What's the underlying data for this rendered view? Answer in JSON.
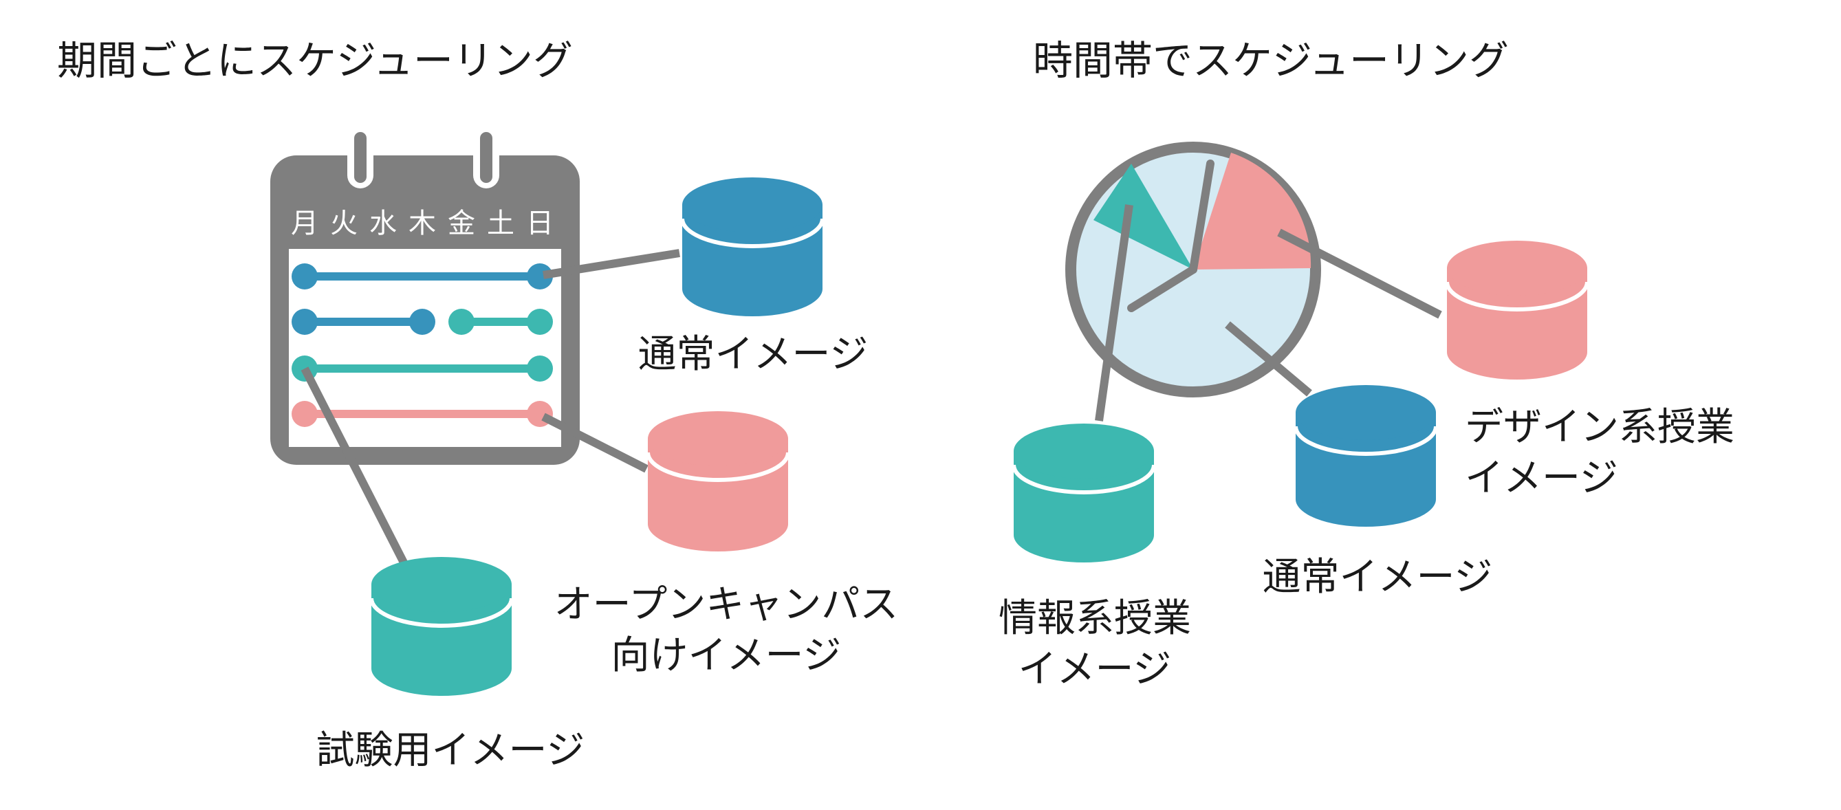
{
  "colors": {
    "blue": "#3793bc",
    "teal": "#3db8b0",
    "pink": "#f09b9b",
    "gray": "#7f7f7f",
    "clock_face": "#d4eaf3",
    "white": "#ffffff"
  },
  "left": {
    "title": "期間ごとにスケジューリング",
    "calendar": {
      "days": [
        "月",
        "火",
        "水",
        "木",
        "金",
        "土",
        "日"
      ]
    },
    "images": {
      "normal": "通常イメージ",
      "open_campus_line1": "オープンキャンパス",
      "open_campus_line2": "向けイメージ",
      "exam": "試験用イメージ"
    }
  },
  "right": {
    "title": "時間帯でスケジューリング",
    "images": {
      "design_line1": "デザイン系授業",
      "design_line2": "イメージ",
      "normal": "通常イメージ",
      "info_line1": "情報系授業",
      "info_line2": "イメージ"
    }
  }
}
